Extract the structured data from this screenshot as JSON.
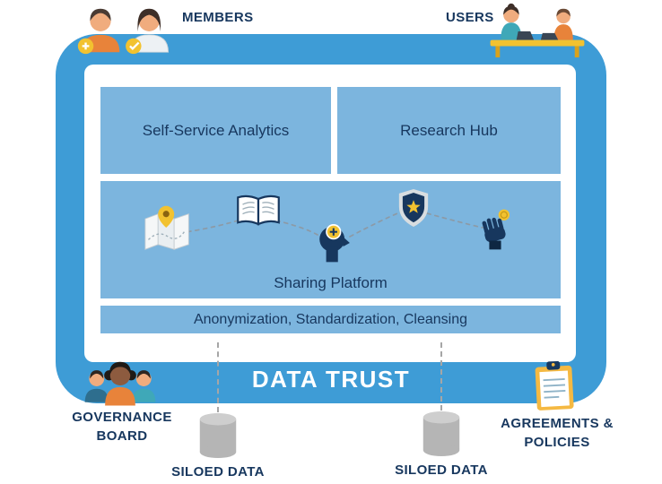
{
  "colors": {
    "trust_blue": "#3E9CD6",
    "panel_blue": "#7CB5DE",
    "navy_text": "#17375E",
    "accent_yellow": "#F2C230",
    "accent_orange": "#E8833A",
    "accent_teal": "#3FA8B8",
    "database_gray": "#B5B5B5"
  },
  "labels": {
    "members": "MEMBERS",
    "users": "USERS",
    "data_trust": "DATA TRUST",
    "self_service": "Self-Service Analytics",
    "research_hub": "Research Hub",
    "sharing_platform": "Sharing Platform",
    "pipeline": "Anonymization, Standardization, Cleansing",
    "governance_line1": "GOVERNANCE",
    "governance_line2": "BOARD",
    "siloed_left": "SILOED DATA",
    "siloed_right": "SILOED DATA",
    "agreements_line1": "AGREEMENTS &",
    "agreements_line2": "POLICIES"
  },
  "icons": {
    "top_left": "members-people-icon",
    "top_right": "users-at-desk-icon",
    "sharing_row": [
      "map-location-icon",
      "open-book-icon",
      "head-plus-icon",
      "shield-star-icon",
      "hand-coin-icon"
    ],
    "bottom_left": "governance-people-icon",
    "bottom_center": "database-cylinder-icon",
    "bottom_right": "clipboard-icon"
  }
}
